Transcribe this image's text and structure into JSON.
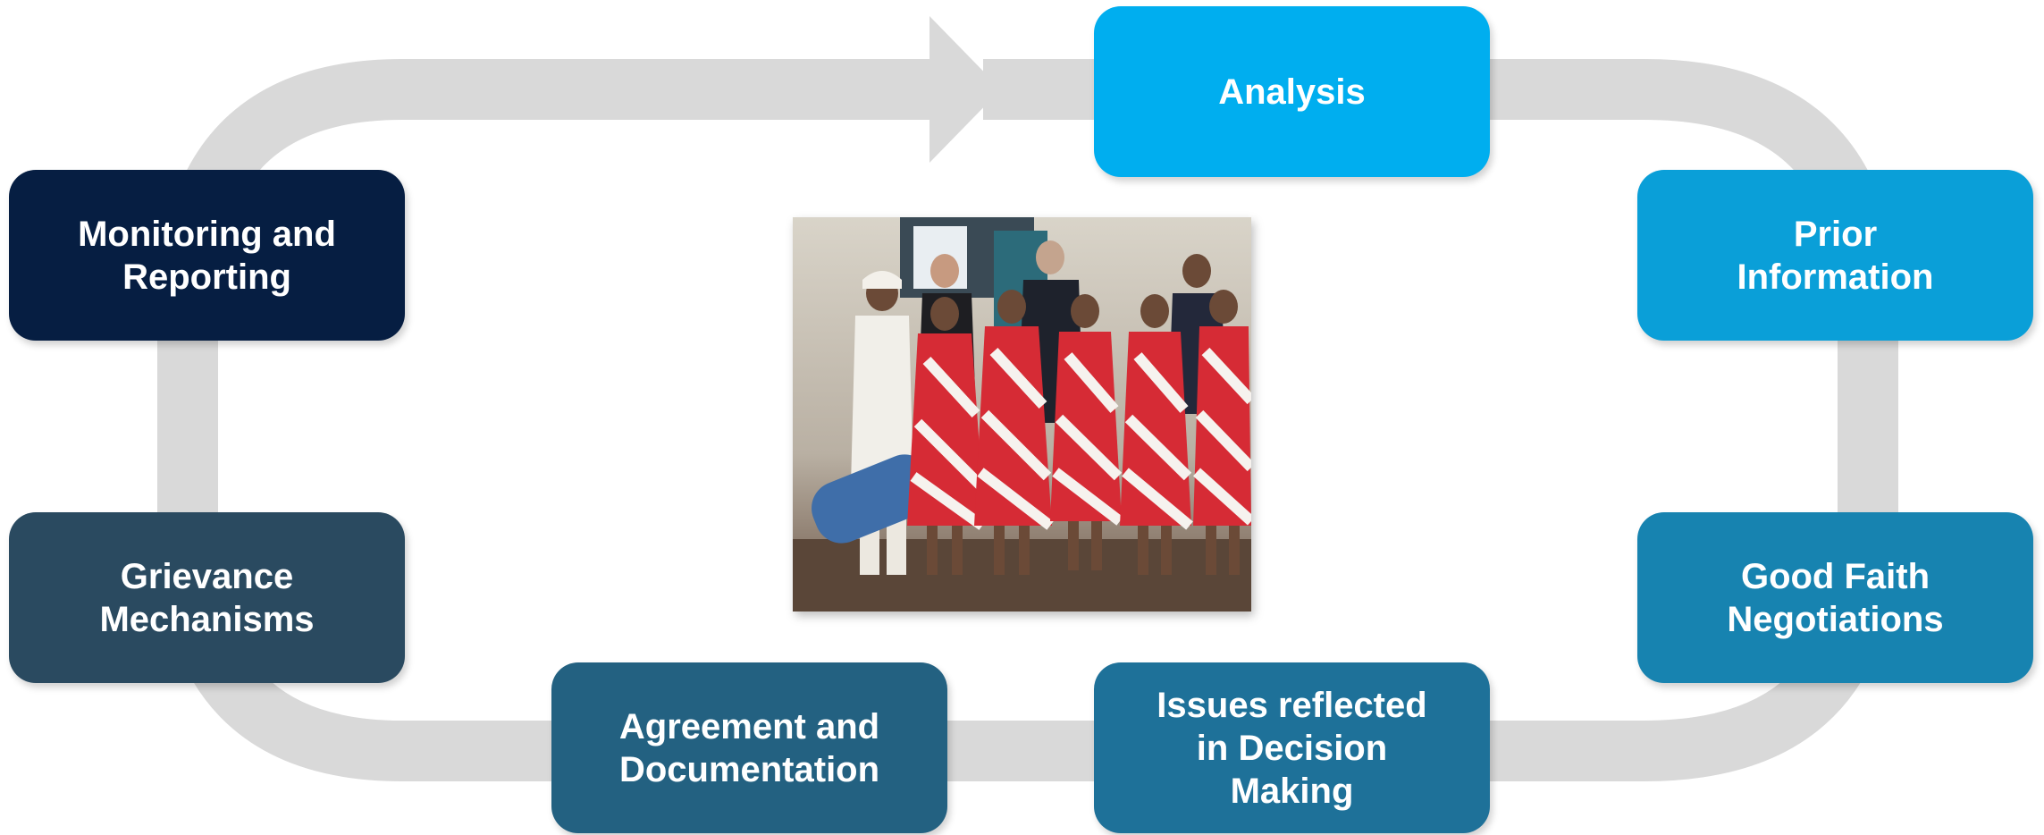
{
  "diagram": {
    "steps": [
      {
        "id": "analysis",
        "label": "Analysis",
        "color": "#00AEEF"
      },
      {
        "id": "prior",
        "label": "Prior Information",
        "color": "#0A9FD8"
      },
      {
        "id": "goodfaith",
        "label": "Good Faith Negotiations",
        "color": "#1783B0"
      },
      {
        "id": "issues",
        "label": "Issues reflected in Decision Making",
        "color": "#1E7199"
      },
      {
        "id": "agreement",
        "label": "Agreement and Documentation",
        "color": "#236181"
      },
      {
        "id": "grievance",
        "label": "Grievance Mechanisms",
        "color": "#2A4A60"
      },
      {
        "id": "monitoring",
        "label": "Monitoring and Reporting",
        "color": "#061E42"
      }
    ],
    "cycle_color": "#D9D9D9"
  },
  "photo": {
    "icon": "group-photo-image"
  }
}
